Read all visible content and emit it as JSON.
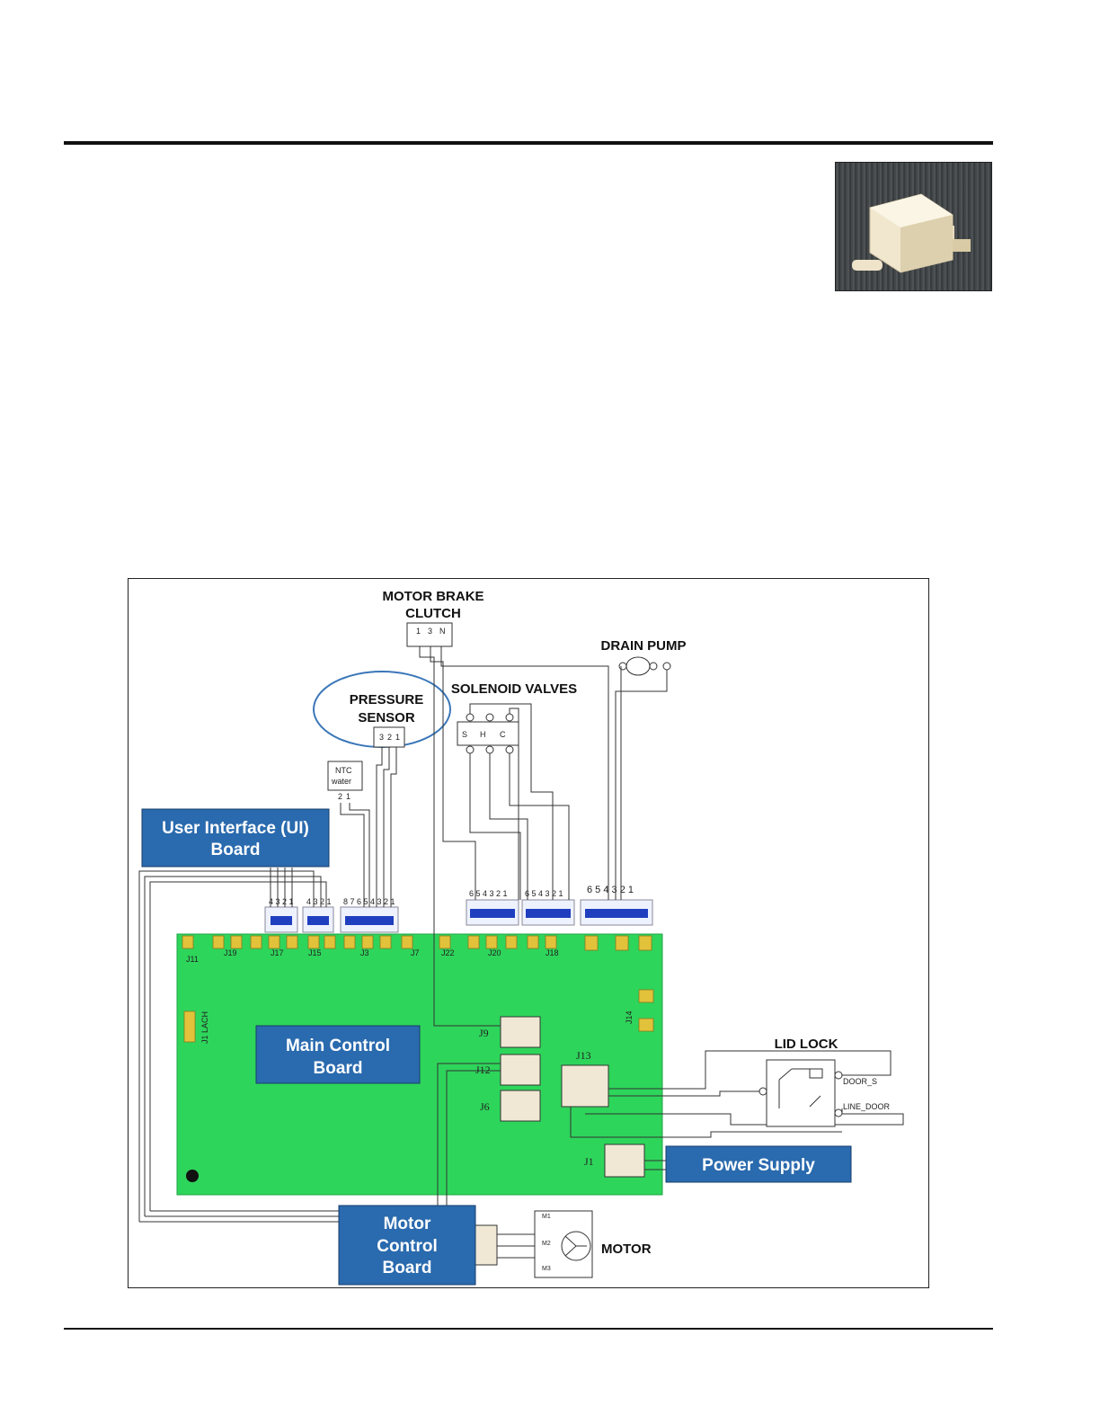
{
  "labels": {
    "motor_brake_clutch_line1": "MOTOR BRAKE",
    "motor_brake_clutch_line2": "CLUTCH",
    "drain_pump": "DRAIN PUMP",
    "solenoid_valves": "SOLENOID VALVES",
    "pressure_sensor_line1": "PRESSURE",
    "pressure_sensor_line2": "SENSOR",
    "ntc_line1": "NTC",
    "ntc_line2": "water",
    "ui_board_line1": "User Interface (UI)",
    "ui_board_line2": "Board",
    "main_board_line1": "Main Control",
    "main_board_line2": "Board",
    "lid_lock": "LID LOCK",
    "door_s": "DOOR_S",
    "line_door": "LINE_DOOR",
    "power_supply": "Power Supply",
    "motor_board_line1": "Motor",
    "motor_board_line2": "Control",
    "motor_board_line3": "Board",
    "motor": "MOTOR"
  },
  "connectors": {
    "j9": "J9",
    "j12": "J12",
    "j6": "J6",
    "j13": "J13",
    "j1": "J1",
    "j14": "J14",
    "j11": "J11",
    "j19": "J19",
    "j17": "J17",
    "j15": "J15",
    "j3": "J3",
    "j7": "J7",
    "j22": "J22",
    "j20": "J20",
    "j18": "J18",
    "j1lach": "J1 LACH"
  },
  "pins": {
    "clutch": [
      "1",
      "3",
      "N"
    ],
    "pressure": [
      "3",
      "2",
      "1"
    ],
    "ntc": [
      "2",
      "1"
    ],
    "valves": [
      "S",
      "H",
      "C"
    ],
    "motor": [
      "M1",
      "M2",
      "M3"
    ]
  },
  "colors": {
    "board_green": "#2ed55b",
    "box_blue": "#2a6aae",
    "connector_blue": "#1f3fbf",
    "ellipse_blue": "#3a76b8"
  }
}
